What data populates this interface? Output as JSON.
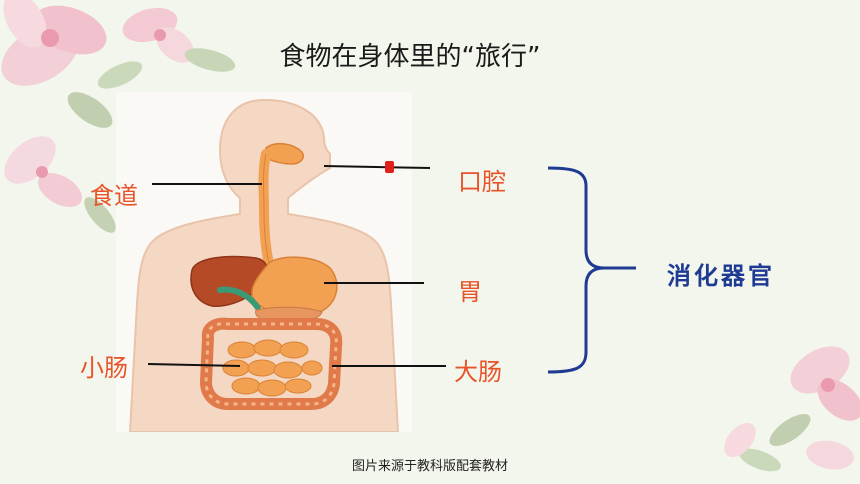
{
  "title": "食物在身体里的“旅行”",
  "labels": {
    "mouth": "口腔",
    "esophagus": "食道",
    "stomach": "胃",
    "small_intestine": "小肠",
    "large_intestine": "大肠"
  },
  "group_label": "消化器官",
  "caption": "图片来源于教科版配套教材",
  "colors": {
    "label": "#e8542a",
    "group": "#1f3a93",
    "body": "#f4d8c3",
    "organ": "#f2a052"
  }
}
